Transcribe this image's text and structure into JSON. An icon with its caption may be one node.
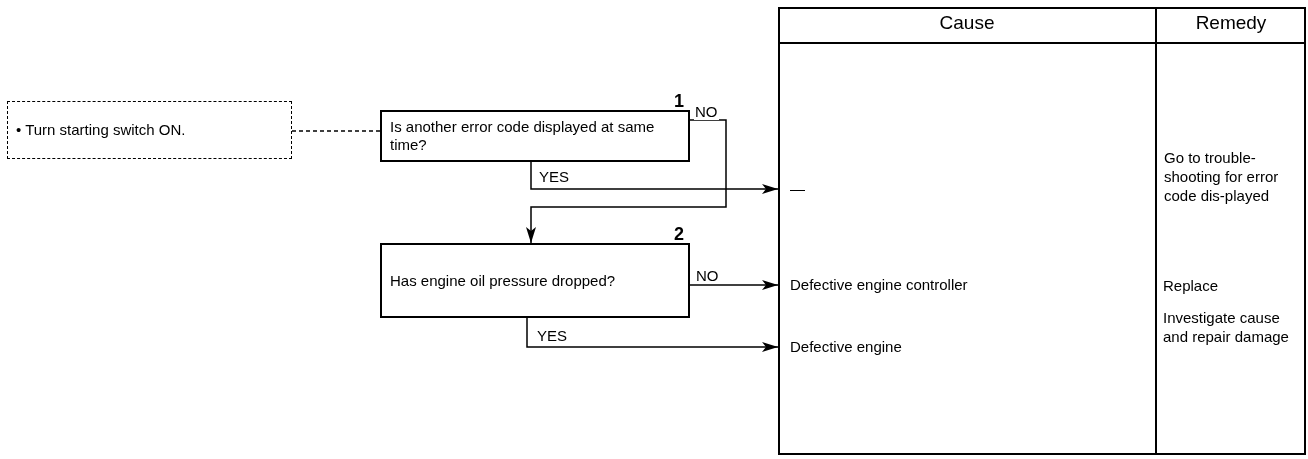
{
  "diagram": {
    "nodes": [
      {
        "text": [
          "• Turn starting switch ON."
        ]
      },
      {
        "text": [
          "Is another error code displayed at same time?"
        ],
        "beside": [
          "1"
        ]
      },
      {
        "text": [
          "Has engine oil pressure dropped?"
        ],
        "beside": [
          "2"
        ]
      },
      {
        "text": [
          "—"
        ]
      },
      {
        "text": [
          "Defective engine controller"
        ]
      },
      {
        "text": [
          "Defective engine"
        ]
      }
    ],
    "edges": [
      {
        "from": 0,
        "to": 1,
        "arrow": "none",
        "style": "dashed"
      },
      {
        "from": 1,
        "to": 3,
        "arrow": "to",
        "label": "YES"
      },
      {
        "from": 1,
        "to": 2,
        "arrow": "to",
        "label": "NO"
      },
      {
        "from": 2,
        "to": 4,
        "arrow": "to",
        "label": "NO"
      },
      {
        "from": 2,
        "to": 5,
        "arrow": "to",
        "label": "YES"
      }
    ],
    "labels": [
      "Cause",
      "Remedy",
      "Go to trouble-shooting for error code dis-played",
      "Replace",
      "Investigate cause and repair damage"
    ]
  }
}
